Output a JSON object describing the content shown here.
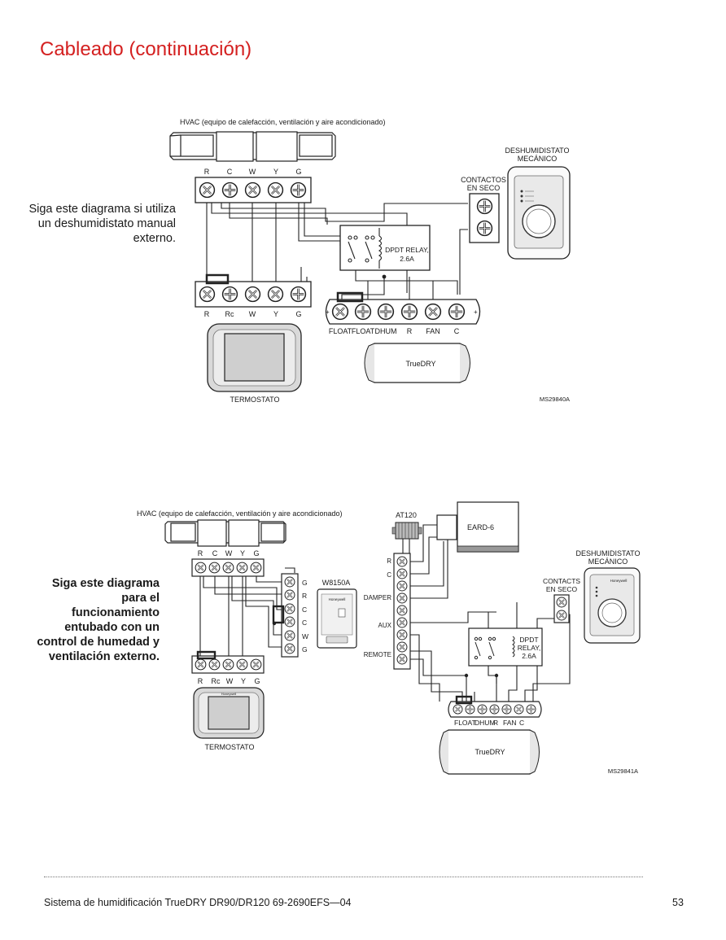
{
  "title": "Cableado (continuación)",
  "diagram1": {
    "note": "Siga este diagrama si utiliza un deshumidistato manual externo.",
    "hvac_label": "HVAC (equipo de calefacción, ventilación y aire acondicionado)",
    "hvac_terminals": [
      "R",
      "C",
      "W",
      "Y",
      "G"
    ],
    "thermostat_terminals": [
      "R",
      "Rc",
      "W",
      "Y",
      "G"
    ],
    "thermostat_label": "TERMOSTATO",
    "relay_label_1": "DPDT RELAY,",
    "relay_label_2": "2.6A",
    "dry_contacts_1": "CONTACTOS",
    "dry_contacts_2": "EN SECO",
    "dehum_1": "DESHUMIDISTATO",
    "dehum_2": "MECÁNICO",
    "truedry_terminals": [
      "FLOAT",
      "FLOAT",
      "DHUM",
      "R",
      "FAN",
      "C"
    ],
    "truedry_label": "TrueDRY",
    "code": "MS29840A"
  },
  "diagram2": {
    "note": "Siga este diagrama para el funcionamiento entubado con un control de humedad y ventilación externo.",
    "hvac_label": "HVAC (equipo de calefacción, ventilación y aire acondicionado)",
    "hvac_terminals": [
      "R",
      "C",
      "W",
      "Y",
      "G"
    ],
    "thermostat_terminals": [
      "R",
      "Rc",
      "W",
      "Y",
      "G"
    ],
    "thermostat_label": "TERMOSTATO",
    "w8150_label": "W8150A",
    "w8150_terminals": [
      "G",
      "R",
      "C",
      "C",
      "W",
      "G"
    ],
    "at120_label": "AT120",
    "eard_label": "EARD-6",
    "eard_terminals": [
      "R",
      "C",
      "DAMPER",
      "AUX",
      "REMOTE"
    ],
    "relay_label_1": "DPDT",
    "relay_label_2": "RELAY,",
    "relay_label_3": "2.6A",
    "dry_contacts_1": "CONTACTS",
    "dry_contacts_2": "EN SECO",
    "dehum_1": "DESHUMIDISTATO",
    "dehum_2": "MECÁNICO",
    "truedry_terminals": [
      "FLOAT",
      "DHUM",
      "R",
      "FAN",
      "C"
    ],
    "truedry_label": "TrueDRY",
    "brand": "Honeywell",
    "code": "MS29841A"
  },
  "footer": {
    "text": "Sistema de humidificación TrueDRY DR90/DR120   69-2690EFS—04",
    "page": "53"
  }
}
